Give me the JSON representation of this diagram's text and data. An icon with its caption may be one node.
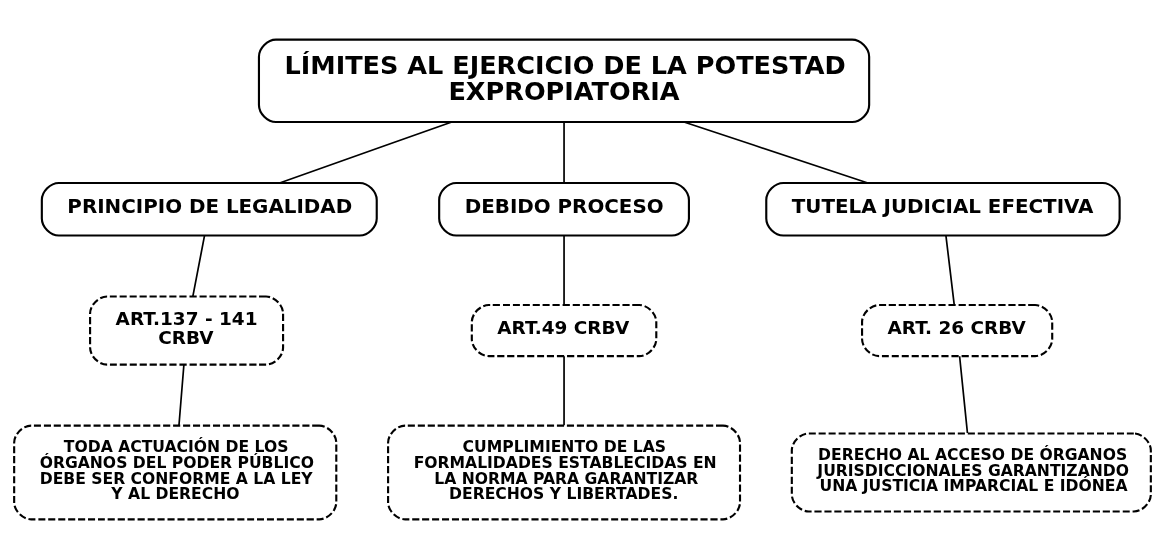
{
  "diagram": {
    "nodes": [
      {
        "text": [
          "LÍMITES AL EJERCICIO DE LA POTESTAD EXPROPIATORIA"
        ]
      },
      {
        "text": [
          "PRINCIPIO DE LEGALIDAD"
        ]
      },
      {
        "text": [
          "DEBIDO PROCESO"
        ]
      },
      {
        "text": [
          "TUTELA JUDICIAL EFECTIVA"
        ]
      },
      {
        "text": [
          "ART.137 - 141 CRBV"
        ]
      },
      {
        "text": [
          "ART.49 CRBV"
        ]
      },
      {
        "text": [
          "ART. 26 CRBV"
        ]
      },
      {
        "text": [
          "TODA ACTUACIÓN DE LOS ÓRGANOS DEL PODER PÚBLICO DEBE SER CONFORME A LA LEY Y AL DERECHO"
        ]
      },
      {
        "text": [
          "CUMPLIMIENTO DE LAS FORMALIDADES ESTABLECIDAS EN LA NORMA PARA GARANTIZAR DERECHOS Y LIBERTADES."
        ]
      },
      {
        "text": [
          "DERECHO AL ACCESO DE ÓRGANOS JURISDICCIONALES GARANTIZANDO UNA JUSTICIA IMPARCIAL E IDÓNEA"
        ]
      }
    ],
    "edges": [
      {
        "from": 0,
        "to": 1,
        "arrow": "none"
      },
      {
        "from": 0,
        "to": 2,
        "arrow": "none"
      },
      {
        "from": 0,
        "to": 3,
        "arrow": "none"
      },
      {
        "from": 1,
        "to": 4,
        "arrow": "none"
      },
      {
        "from": 2,
        "to": 5,
        "arrow": "none"
      },
      {
        "from": 3,
        "to": 6,
        "arrow": "none"
      },
      {
        "from": 4,
        "to": 7,
        "arrow": "none"
      },
      {
        "from": 5,
        "to": 8,
        "arrow": "none"
      },
      {
        "from": 6,
        "to": 9,
        "arrow": "none"
      }
    ]
  }
}
